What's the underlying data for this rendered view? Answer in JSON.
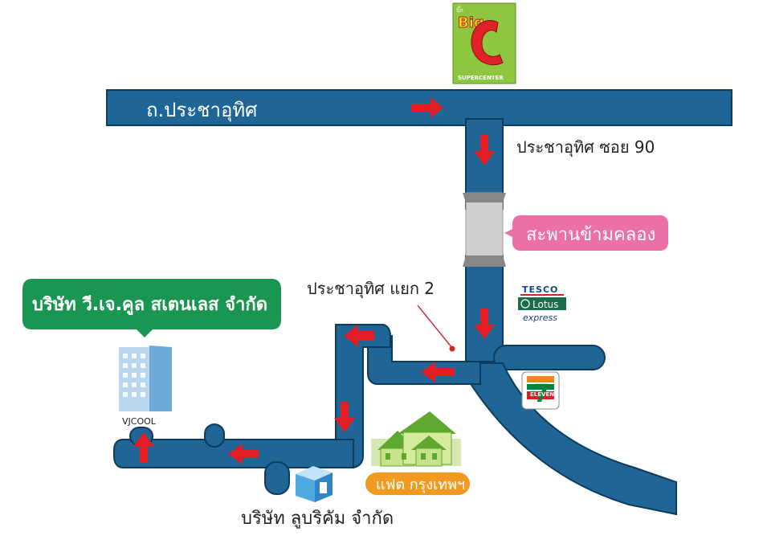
{
  "labels": {
    "main_road": "ถ.ประชาอุทิศ",
    "soi_90": "ประชาอุทิศ ซอย 90",
    "bridge": "สะพานข้ามคลอง",
    "junction": "ประชาอุทิศ แยก 2",
    "company": "บริษัท วี.เจ.คูล สเตนเลส จำกัด",
    "company_short": "VJCOOL",
    "flats": "แฟต กรุงเทพฯ",
    "lubricom": "บริษัท ลูบริคัม จำกัด"
  },
  "logos": {
    "bigc_small": "บิ๊ก",
    "bigc_big": "Big",
    "bigc_letter": "C",
    "bigc_sub": "SUPERCENTER",
    "tesco": "TESCO",
    "lotus": "Lotus",
    "express": "express",
    "seven": "7",
    "eleven": "ELEVEN"
  },
  "colors": {
    "road": "#1f6596",
    "road_outline": "#0d3b5c",
    "arrow": "#e21d23",
    "bridge": "#cfcfcf",
    "callout_pink": "#ec6fa6",
    "callout_green": "#1a9652",
    "flats_orange": "#f29a1f",
    "house_green": "#b9d97a",
    "building_blue": "#5aaee0"
  }
}
